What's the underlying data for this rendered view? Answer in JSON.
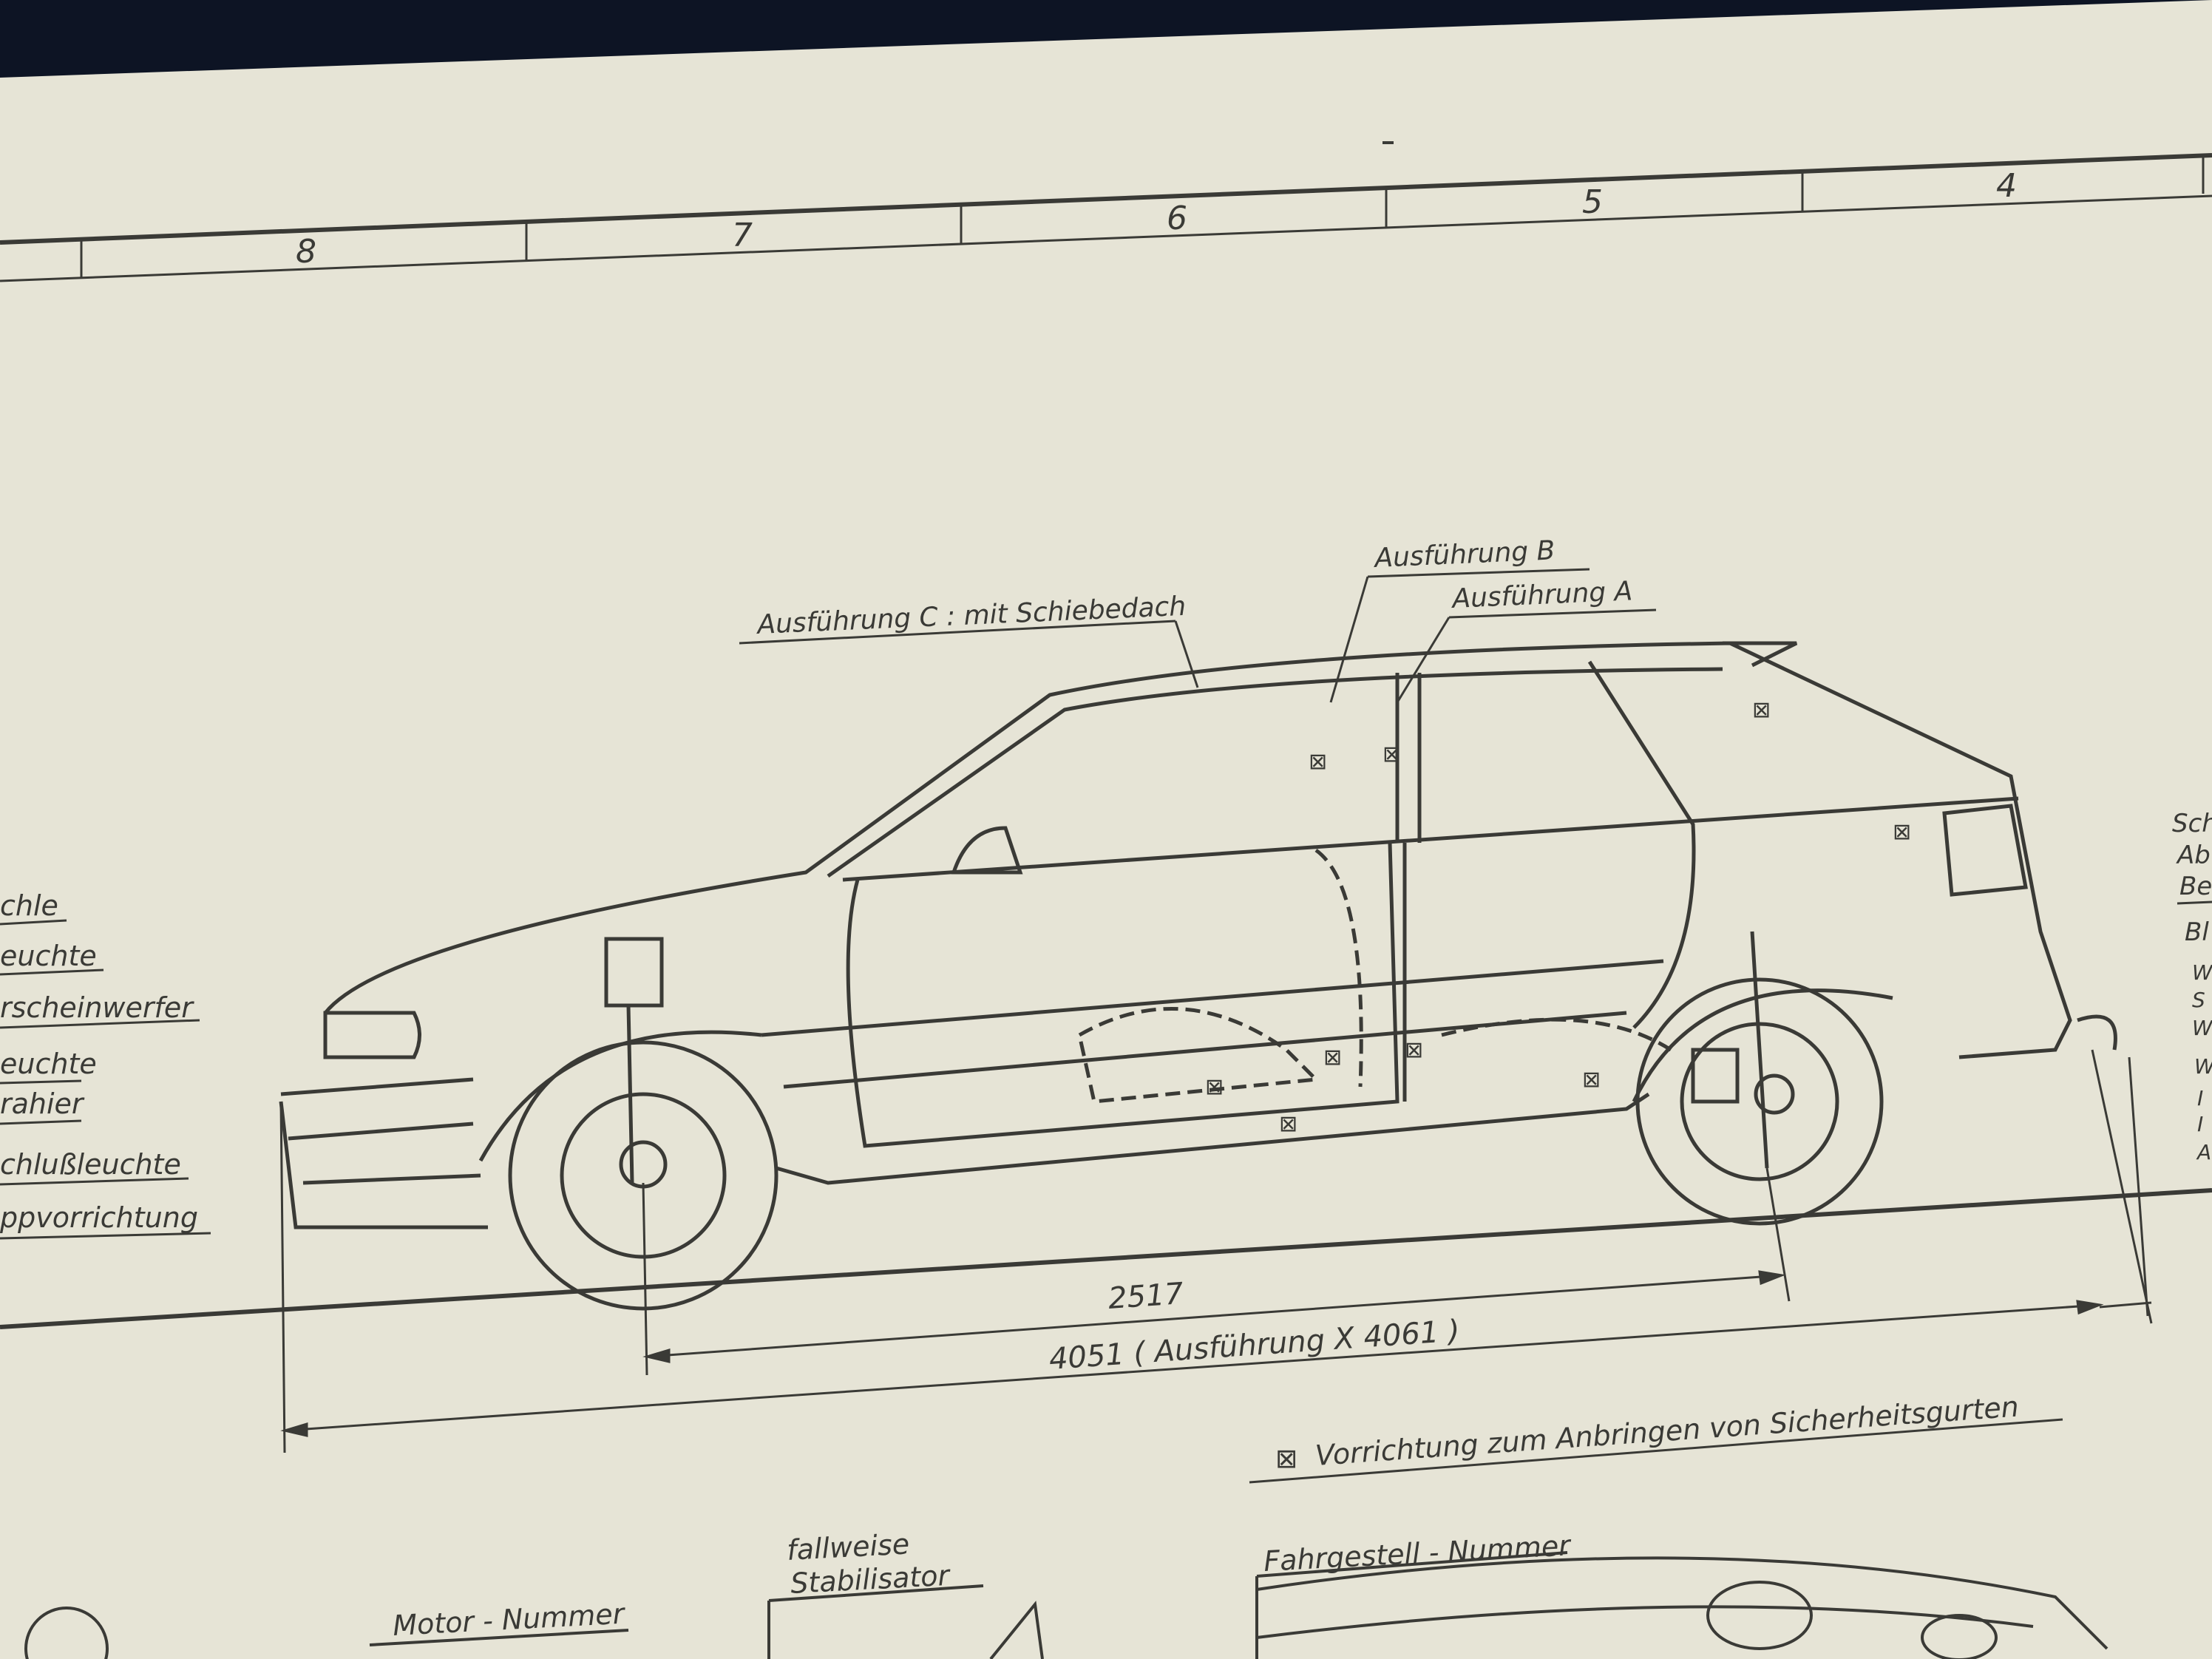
{
  "photo": {
    "subject": "technical-drawing-photo",
    "paper_color": "#e6e4d6",
    "ink_color": "#3a3a36",
    "background_color": "#0d1424"
  },
  "frame": {
    "grid_numbers": [
      "8",
      "7",
      "6",
      "5",
      "4"
    ]
  },
  "callouts": {
    "variant_c": "Ausführung C : mit Schiebedach",
    "variant_b": "Ausführung B",
    "variant_a": "Ausführung A"
  },
  "left_labels": [
    "chle",
    "euchte",
    "rscheinwerfer",
    "euchte",
    "rahier",
    "chlußleuchte",
    "ppvorrichtung"
  ],
  "right_labels": [
    "Sch",
    "Ab",
    "Be",
    "Bl",
    "W",
    "S",
    "W",
    "W",
    "I",
    "I",
    "A"
  ],
  "dimensions": {
    "wheelbase": "2517",
    "length": "4051 ( Ausführung X 4061 )"
  },
  "legend": {
    "seatbelt_marker": "⊠",
    "seatbelt_note": "Vorrichtung zum Anbringen von Sicherheitsgurten"
  },
  "lower_labels": {
    "stabilizer_line1": "fallweise",
    "stabilizer_line2": "Stabilisator",
    "chassis_number": "Fahrgestell - Nummer",
    "engine_number": "Motor - Nummer"
  }
}
